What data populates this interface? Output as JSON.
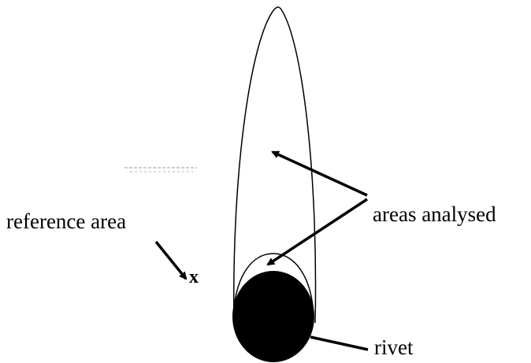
{
  "labels": {
    "areas_analysed": "areas analysed",
    "reference_area": "reference area",
    "reference_marker": "x",
    "rivet": "rivet"
  },
  "colors": {
    "ink": "#000000",
    "background": "#ffffff",
    "rivet_fill": "#000000"
  }
}
